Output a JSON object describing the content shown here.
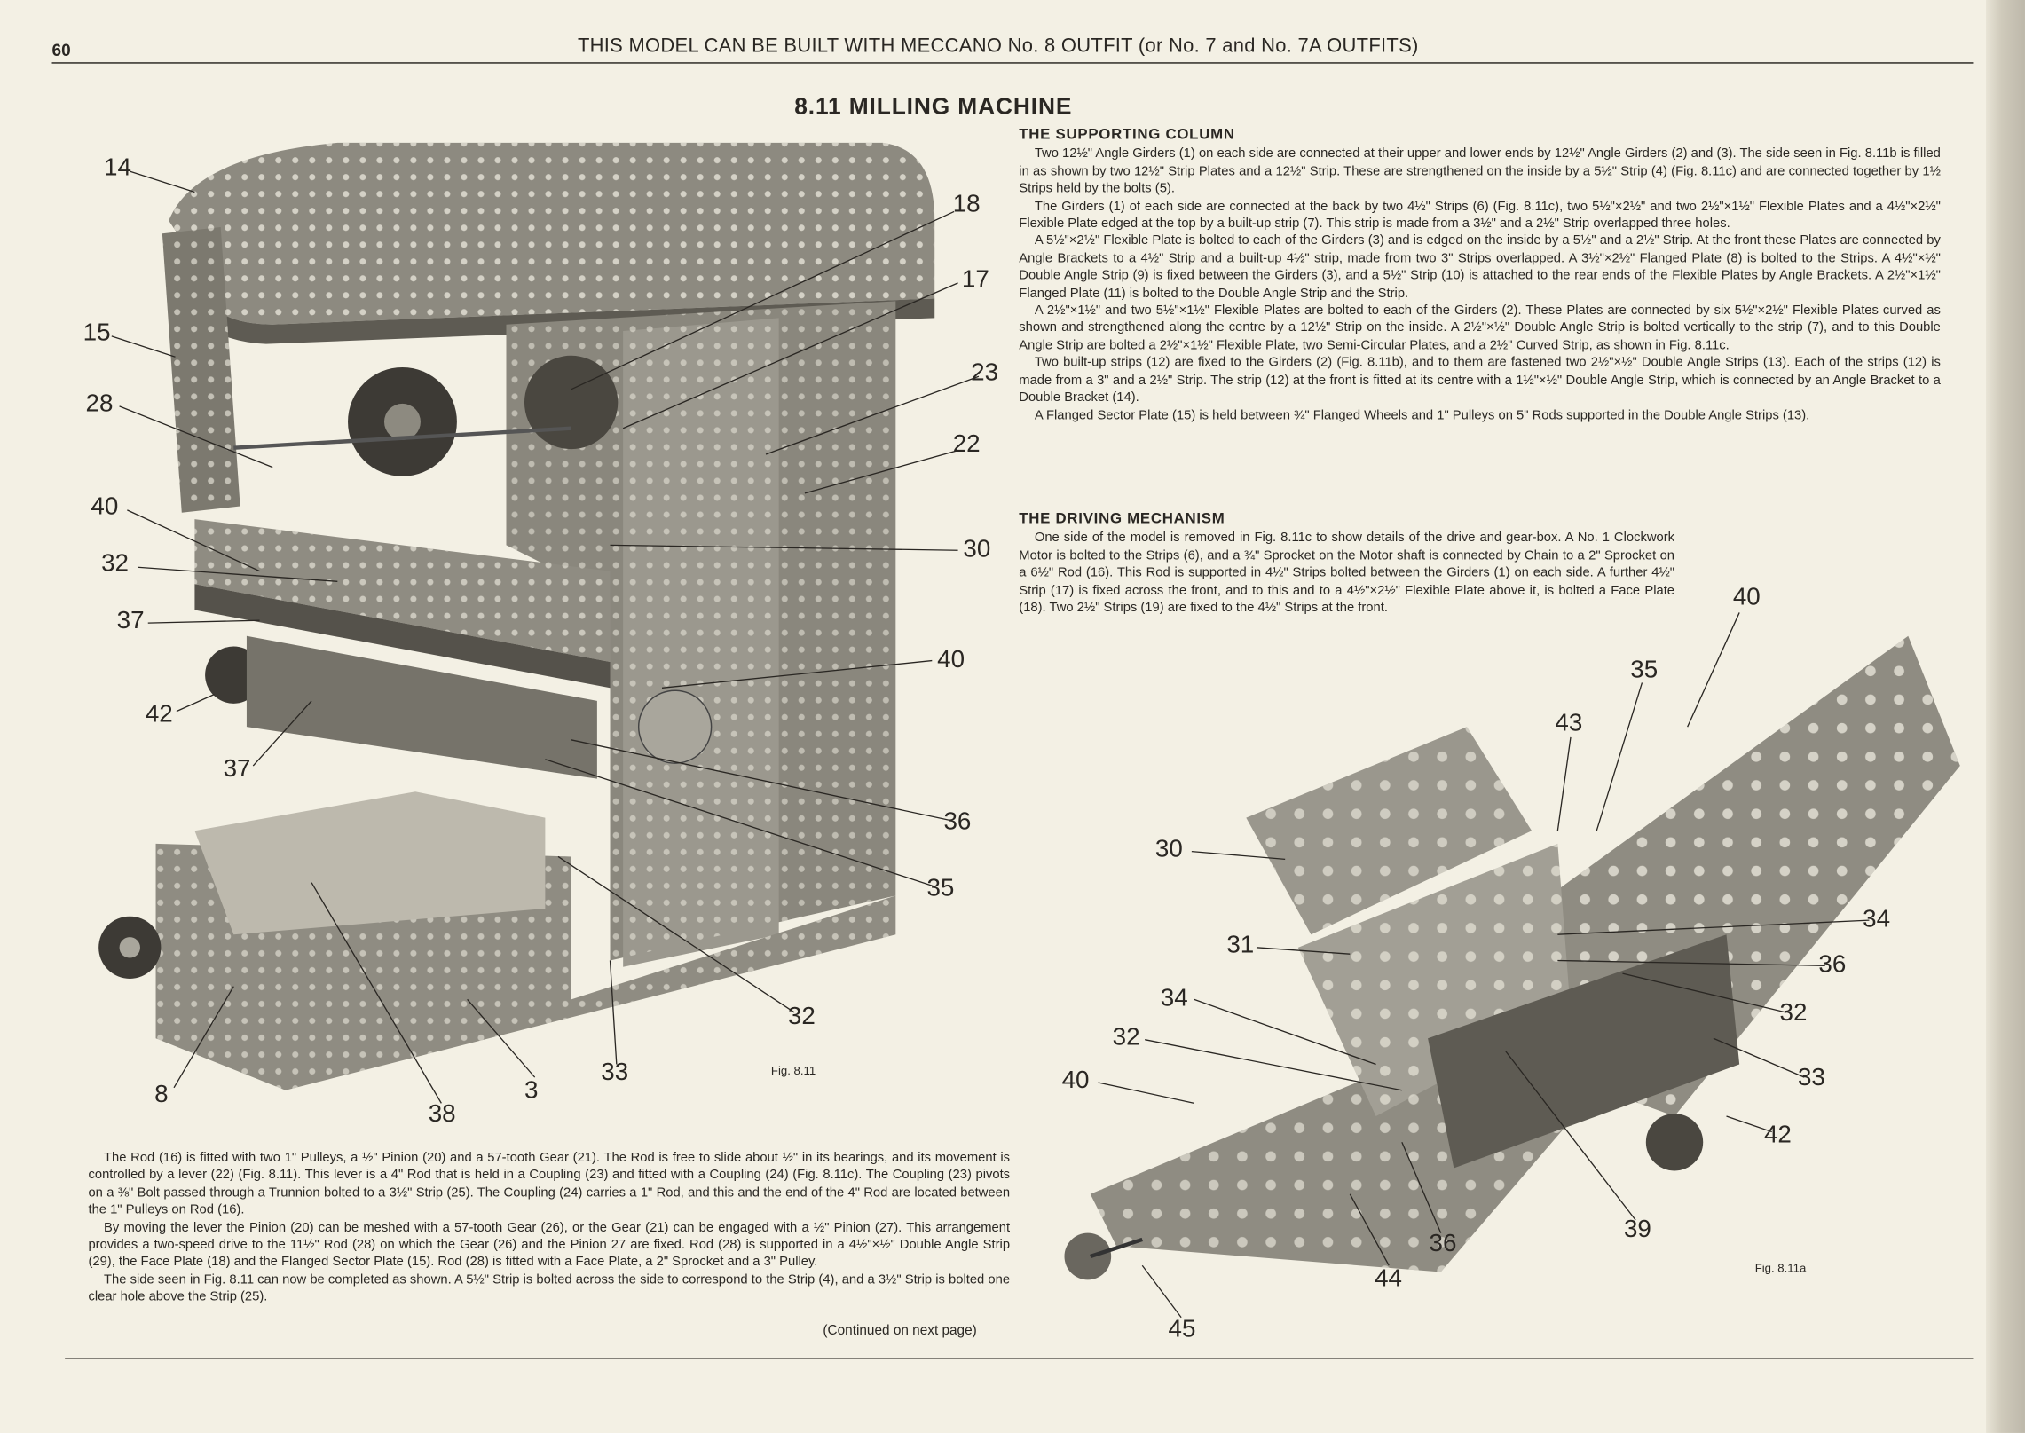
{
  "header": {
    "page_number": "60",
    "title": "THIS MODEL CAN BE BUILT WITH MECCANO No. 8 OUTFIT (or No. 7 and No. 7A OUTFITS)"
  },
  "model_title": "8.11  MILLING MACHINE",
  "sections": [
    {
      "heading": "THE SUPPORTING COLUMN",
      "paragraphs": [
        "Two 12½\" Angle Girders (1) on each side are connected at their upper and lower ends by 12½\" Angle Girders (2) and (3). The side seen in Fig. 8.11b is filled in as shown by two 12½\" Strip Plates and a 12½\" Strip. These are strengthened on the inside by a 5½\" Strip (4) (Fig. 8.11c) and are connected together by 1½ Strips held by the bolts (5).",
        "The Girders (1) of each side are connected at the back by two 4½\" Strips (6) (Fig. 8.11c), two 5½\"×2½\" and two 2½\"×1½\" Flexible Plates and a 4½\"×2½\" Flexible Plate edged at the top by a built-up strip (7). This strip is made from a 3½\" and a 2½\" Strip overlapped three holes.",
        "A 5½\"×2½\" Flexible Plate is bolted to each of the Girders (3) and is edged on the inside by a 5½\" and a 2½\" Strip. At the front these Plates are connected by Angle Brackets to a 4½\" Strip and a built-up 4½\" strip, made from two 3\" Strips overlapped. A 3½\"×2½\" Flanged Plate (8) is bolted to the Strips. A 4½\"×½\" Double Angle Strip (9) is fixed between the Girders (3), and a 5½\" Strip (10) is attached to the rear ends of the Flexible Plates by Angle Brackets. A 2½\"×1½\" Flanged Plate (11) is bolted to the Double Angle Strip and the Strip.",
        "A 2½\"×1½\" and two 5½\"×1½\" Flexible Plates are bolted to each of the Girders (2). These Plates are connected by six 5½\"×2½\" Flexible Plates curved as shown and strengthened along the centre by a 12½\" Strip on the inside. A 2½\"×½\" Double Angle Strip is bolted vertically to the strip (7), and to this Double Angle Strip are bolted a 2½\"×1½\" Flexible Plate, two Semi-Circular Plates, and a 2½\" Curved Strip, as shown in Fig. 8.11c.",
        "Two built-up strips (12) are fixed to the Girders (2) (Fig. 8.11b), and to them are fastened two 2½\"×½\" Double Angle Strips (13). Each of the strips (12) is made from a 3\" and a 2½\" Strip. The strip (12) at the front is fitted at its centre with a 1½\"×½\" Double Angle Strip, which is connected by an Angle Bracket to a Double Bracket (14).",
        "A Flanged Sector Plate (15) is held between ¾\" Flanged Wheels and 1\" Pulleys on 5\" Rods supported in the Double Angle Strips (13)."
      ]
    },
    {
      "heading": "THE DRIVING MECHANISM",
      "paragraphs": [
        "One side of the model is removed in Fig. 8.11c to show details of the drive and gear-box. A No. 1 Clockwork Motor is bolted to the Strips (6), and a ¾\" Sprocket on the Motor shaft is connected by Chain to a 2\" Sprocket on a 6½\" Rod (16). This Rod is supported in 4½\" Strips bolted between the Girders (1) on each side. A further 4½\" Strip (17) is fixed across the front, and to this and to a 4½\"×2½\" Flexible Plate above it, is bolted a Face Plate (18). Two 2½\" Strips (19) are fixed to the 4½\" Strips at the front."
      ]
    }
  ],
  "bottom_paragraphs": [
    "The Rod (16) is fitted with two 1\" Pulleys, a ½\" Pinion (20) and a 57-tooth Gear (21). The Rod is free to slide about ½\" in its bearings, and its movement is controlled by a lever (22) (Fig. 8.11). This lever is a 4\" Rod that is held in a Coupling (23) and fitted with a Coupling (24) (Fig. 8.11c). The Coupling (23) pivots on a ⅜\" Bolt passed through a Trunnion bolted to a 3½\" Strip (25). The Coupling (24) carries a 1\" Rod, and this and the end of the 4\" Rod are located between the 1\" Pulleys on Rod (16).",
    "By moving the lever the Pinion (20) can be meshed with a 57-tooth Gear (26), or the Gear (21) can be engaged with a ½\" Pinion (27). This arrangement provides a two-speed drive to the 11½\" Rod (28) on which the Gear (26) and the Pinion 27 are fixed. Rod (28) is supported in a 4½\"×½\" Double Angle Strip (29), the Face Plate (18) and the Flanged Sector Plate (15). Rod (28) is fitted with a Face Plate, a 2\" Sprocket and a 3\" Pulley.",
    "The side seen in Fig. 8.11 can now be completed as shown. A 5½\" Strip is bolted across the side to correspond to the Strip (4), and a 3½\" Strip is bolted one clear hole above the Strip (25)."
  ],
  "continued": "(Continued on next page)",
  "fig1": {
    "caption": "Fig. 8.11",
    "callouts": [
      "14",
      "15",
      "28",
      "40",
      "32",
      "37",
      "42",
      "37",
      "8",
      "38",
      "3",
      "33",
      "32",
      "35",
      "36",
      "40",
      "30",
      "22",
      "23",
      "17",
      "18"
    ]
  },
  "fig2": {
    "caption": "Fig. 8.11a",
    "callouts": [
      "40",
      "35",
      "43",
      "30",
      "31",
      "34",
      "32",
      "40",
      "34",
      "36",
      "32",
      "33",
      "42",
      "39",
      "36",
      "44",
      "45"
    ]
  }
}
